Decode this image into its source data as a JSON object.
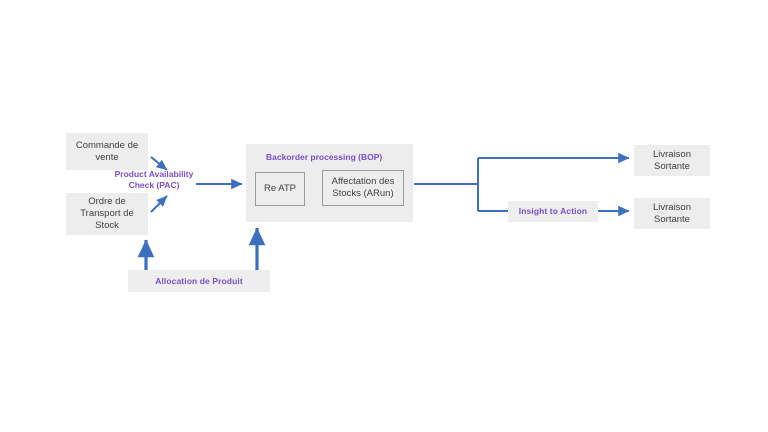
{
  "theme": {
    "accent_blue": "#3c6fbe",
    "accent_purple": "#7b4fc9",
    "box_fill": "#ededee",
    "text_gray": "#3f3f3f",
    "canvas_bg": "#ffffff"
  },
  "diagram": {
    "inputs": [
      {
        "label": "Commande de\nvente"
      },
      {
        "label": "Ordre de\nTransport de\nStock"
      }
    ],
    "pac_label": "Product Availability\nCheck (PAC)",
    "container": {
      "title": "Backorder processing (BOP)",
      "substeps": [
        {
          "label": "Re ATP"
        },
        {
          "label": "Affectation des\nStocks (ARun)"
        }
      ]
    },
    "insight_label": "Insight to Action",
    "outputs": [
      {
        "label": "Livraison\nSortante"
      },
      {
        "label": "Livraison\nSortante"
      }
    ],
    "allocation_label": "Allocation de Produit"
  }
}
